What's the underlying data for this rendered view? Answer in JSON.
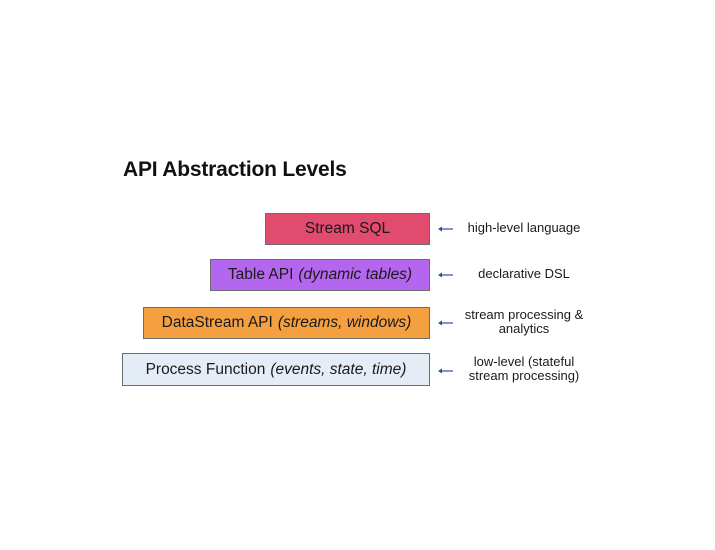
{
  "title": "API Abstraction Levels",
  "levels": [
    {
      "label": "Stream SQL",
      "detail": "",
      "color": "#e04b6e",
      "note": [
        "high-level language"
      ]
    },
    {
      "label": "Table API",
      "detail": "(dynamic tables)",
      "color": "#b566ee",
      "note": [
        "declarative DSL"
      ]
    },
    {
      "label": "DataStream API",
      "detail": "(streams, windows)",
      "color": "#f4a040",
      "note": [
        "stream processing &",
        "analytics"
      ]
    },
    {
      "label": "Process Function",
      "detail": "(events, state, time)",
      "color": "#e4ecf5",
      "note": [
        "low-level (stateful",
        "stream processing)"
      ]
    }
  ],
  "arrow_icon": "left-arrow-icon",
  "arrow_color": "#2f4f9a"
}
